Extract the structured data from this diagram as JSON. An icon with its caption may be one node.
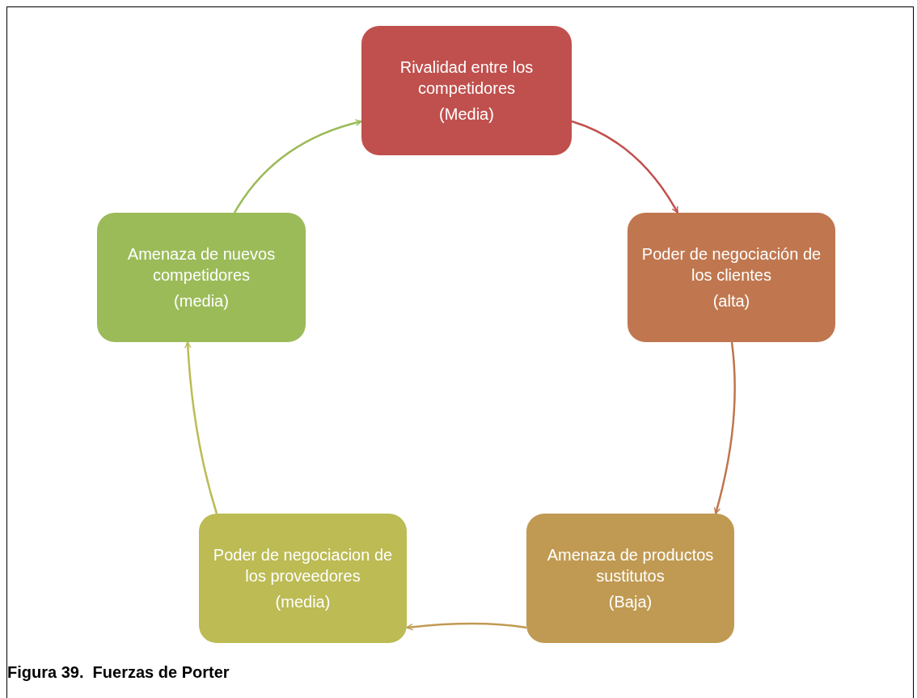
{
  "diagram": {
    "caption": "Figura 39.  Fuerzas de Porter",
    "nodes": [
      {
        "text": [
          "Rivalidad entre los competidores",
          "(Media)"
        ]
      },
      {
        "text": [
          "Poder de negociación de los clientes",
          "(alta)"
        ]
      },
      {
        "text": [
          "Amenaza de productos sustitutos",
          "(Baja)"
        ]
      },
      {
        "text": [
          "Poder de negociacion de los proveedores",
          "(media)"
        ]
      },
      {
        "text": [
          "Amenaza de nuevos competidores",
          "(media)"
        ]
      }
    ],
    "edges": [
      {
        "from": 0,
        "to": 1,
        "arrow": "to",
        "color": "#c0504d"
      },
      {
        "from": 1,
        "to": 2,
        "arrow": "to",
        "color": "#c0754d"
      },
      {
        "from": 2,
        "to": 3,
        "arrow": "to",
        "color": "#c09a52"
      },
      {
        "from": 3,
        "to": 4,
        "arrow": "to",
        "color": "#bcbb54"
      },
      {
        "from": 4,
        "to": 0,
        "arrow": "to",
        "color": "#9bbb59"
      }
    ]
  }
}
